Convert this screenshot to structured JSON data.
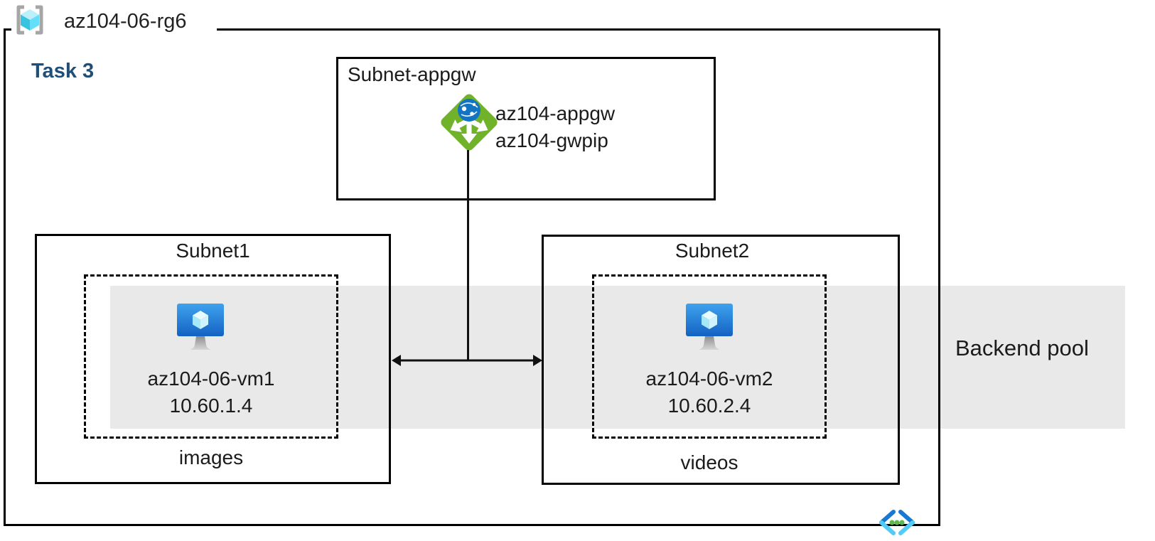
{
  "rg": {
    "name": "az104-06-rg6",
    "icon": "resource-group-icon"
  },
  "task": {
    "label": "Task 3"
  },
  "appgw": {
    "title": "Subnet-appgw",
    "icon": "application-gateway-icon",
    "lines": [
      "az104-appgw",
      "az104-gwpip"
    ]
  },
  "subnet1": {
    "title": "Subnet1",
    "vm": {
      "icon": "virtual-machine-icon",
      "name": "az104-06-vm1",
      "ip": "10.60.1.4"
    },
    "caption": "images"
  },
  "subnet2": {
    "title": "Subnet2",
    "vm": {
      "icon": "virtual-machine-icon",
      "name": "az104-06-vm2",
      "ip": "10.60.2.4"
    },
    "caption": "videos"
  },
  "backend_pool": {
    "label": "Backend pool"
  },
  "vnet": {
    "icon": "virtual-network-icon"
  },
  "colors": {
    "task": "#1F4E79",
    "band": "#E9E9E9",
    "appgw-green": "#71B22B",
    "globe-blue": "#1374C1",
    "vm-blue-top": "#3FA2EE",
    "vm-blue-bottom": "#1362C2",
    "vnet-dark": "#1878D2",
    "vnet-cyan": "#53CCF5",
    "rg-cyan": "#38C3E0"
  }
}
